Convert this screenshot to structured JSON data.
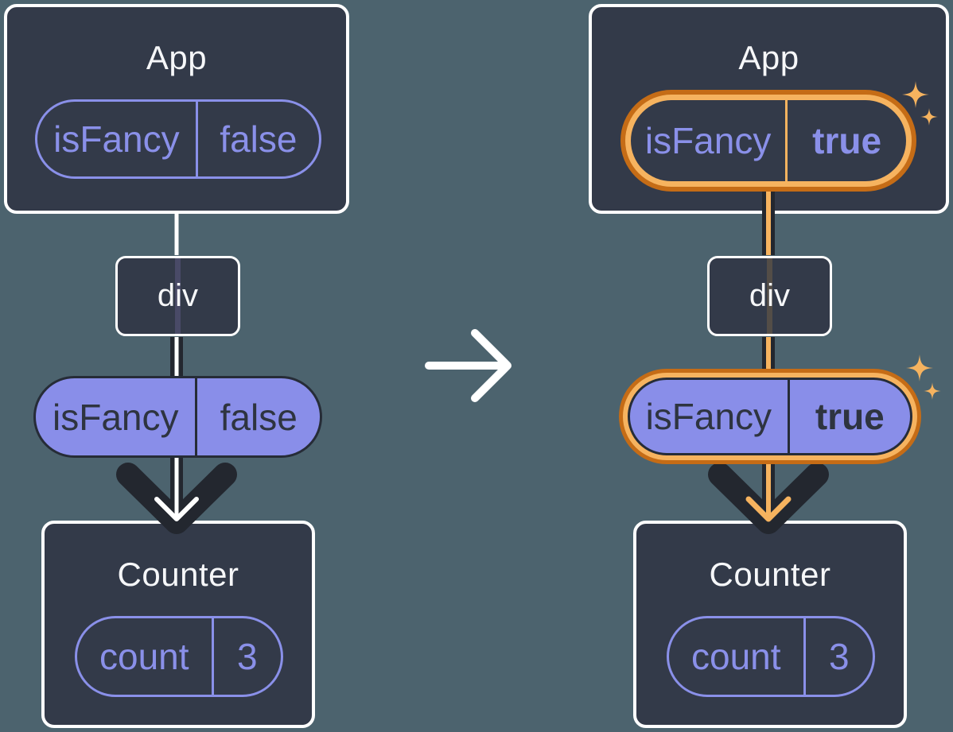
{
  "colors": {
    "background": "#4C636E",
    "card_fill": "#333A49",
    "card_border": "#FFFFFF",
    "purple_outline": "#8A90E9",
    "purple_fill": "#898EE9",
    "dark_stroke": "#23272F",
    "dark_text": "#2E3440",
    "highlight_orange_dark": "#C56C16",
    "highlight_orange_light": "#F6B35F",
    "arrow_white": "#FFFFFF"
  },
  "before": {
    "app": {
      "title": "App"
    },
    "app_prop": {
      "name": "isFancy",
      "value": "false"
    },
    "div": {
      "label": "div"
    },
    "passed_prop": {
      "name": "isFancy",
      "value": "false"
    },
    "counter": {
      "title": "Counter"
    },
    "counter_state": {
      "name": "count",
      "value": "3"
    }
  },
  "after": {
    "app": {
      "title": "App"
    },
    "app_prop": {
      "name": "isFancy",
      "value": "true"
    },
    "div": {
      "label": "div"
    },
    "passed_prop": {
      "name": "isFancy",
      "value": "true"
    },
    "counter": {
      "title": "Counter"
    },
    "counter_state": {
      "name": "count",
      "value": "3"
    }
  }
}
